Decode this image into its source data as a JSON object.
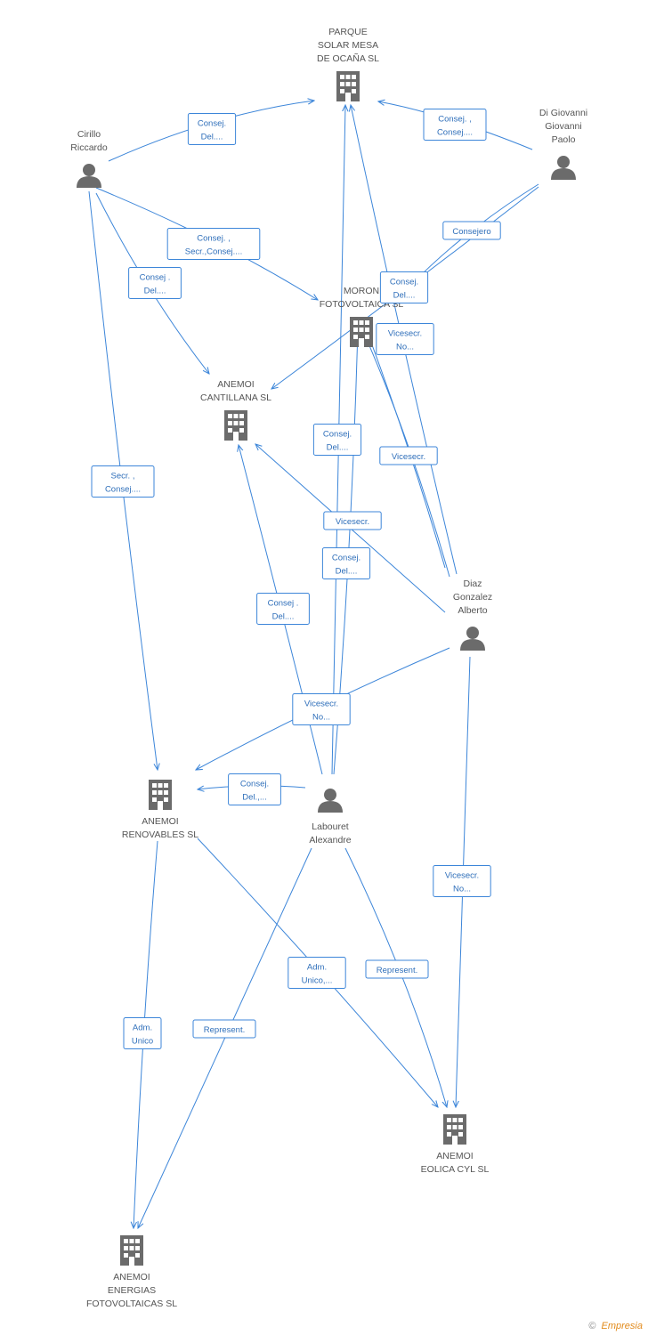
{
  "colors": {
    "edge": "#3d86d9",
    "icon": "#6b6b6b",
    "label": "#555555"
  },
  "nodes": [
    {
      "id": "parque",
      "type": "company",
      "icon": "building-icon",
      "label": [
        "PARQUE",
        "SOLAR MESA",
        "DE OCAÑA SL"
      ]
    },
    {
      "id": "cirillo",
      "type": "person",
      "icon": "person-icon",
      "label": [
        "Cirillo",
        "Riccardo"
      ]
    },
    {
      "id": "digiovanni",
      "type": "person",
      "icon": "person-icon",
      "label": [
        "Di Giovanni",
        "Giovanni",
        "Paolo"
      ]
    },
    {
      "id": "moron",
      "type": "company",
      "icon": "building-icon",
      "label": [
        "MORON",
        "FOTOVOLTAICA SL"
      ]
    },
    {
      "id": "cantillana",
      "type": "company",
      "icon": "building-icon",
      "label": [
        "ANEMOI",
        "CANTILLANA SL"
      ]
    },
    {
      "id": "diaz",
      "type": "person",
      "icon": "person-icon",
      "label": [
        "Diaz",
        "Gonzalez",
        "Alberto"
      ]
    },
    {
      "id": "renovables",
      "type": "company",
      "icon": "building-icon",
      "label": [
        "ANEMOI",
        "RENOVABLES SL"
      ]
    },
    {
      "id": "labouret",
      "type": "person",
      "icon": "person-icon",
      "label": [
        "Labouret",
        "Alexandre"
      ]
    },
    {
      "id": "eolica",
      "type": "company",
      "icon": "building-icon",
      "label": [
        "ANEMOI",
        "EOLICA CYL  SL"
      ]
    },
    {
      "id": "energias",
      "type": "company",
      "icon": "building-icon",
      "label": [
        "ANEMOI",
        "ENERGIAS",
        "FOTOVOLTAICAS SL"
      ]
    }
  ],
  "edges": [
    {
      "from": "cirillo",
      "to": "parque",
      "label": [
        "Consej.",
        "Del...."
      ]
    },
    {
      "from": "digiovanni",
      "to": "parque",
      "label": [
        "Consej. ,",
        "Consej...."
      ]
    },
    {
      "from": "digiovanni",
      "to": "cantillana",
      "label": [
        "Consejero"
      ]
    },
    {
      "from": "digiovanni",
      "to": "moron",
      "label": []
    },
    {
      "from": "cirillo",
      "to": "moron",
      "label": [
        "Consej. ,",
        "Secr.,Consej...."
      ]
    },
    {
      "from": "cirillo",
      "to": "cantillana",
      "label": [
        "Consej .",
        "Del...."
      ]
    },
    {
      "from": "cirillo",
      "to": "renovables",
      "label": [
        "Secr. ,",
        "Consej...."
      ]
    },
    {
      "from": "diaz",
      "to": "parque",
      "label": [
        "Consej.",
        "Del...."
      ]
    },
    {
      "from": "diaz",
      "to": "moron",
      "label": [
        "Vicesecr.",
        "No..."
      ]
    },
    {
      "from": "diaz",
      "to": "moron",
      "label": [
        "Vicesecr."
      ]
    },
    {
      "from": "diaz",
      "to": "cantillana",
      "label": [
        "Vicesecr."
      ]
    },
    {
      "from": "labouret",
      "to": "parque",
      "label": [
        "Consej.",
        "Del...."
      ]
    },
    {
      "from": "labouret",
      "to": "moron",
      "label": [
        "Consej.",
        "Del...."
      ]
    },
    {
      "from": "labouret",
      "to": "cantillana",
      "label": [
        "Consej .",
        "Del...."
      ]
    },
    {
      "from": "diaz",
      "to": "renovables",
      "label": [
        "Vicesecr.",
        "No..."
      ]
    },
    {
      "from": "labouret",
      "to": "renovables",
      "label": [
        "Consej.",
        "Del.,..."
      ]
    },
    {
      "from": "diaz",
      "to": "eolica",
      "label": [
        "Vicesecr.",
        "No..."
      ]
    },
    {
      "from": "renovables",
      "to": "eolica",
      "label": [
        "Adm.",
        "Unico,..."
      ]
    },
    {
      "from": "labouret",
      "to": "eolica",
      "label": [
        "Represent."
      ]
    },
    {
      "from": "renovables",
      "to": "energias",
      "label": [
        "Adm.",
        "Unico"
      ]
    },
    {
      "from": "labouret",
      "to": "energias",
      "label": [
        "Represent."
      ]
    }
  ],
  "footer": {
    "copyright": "©",
    "brand": "Empresia"
  }
}
